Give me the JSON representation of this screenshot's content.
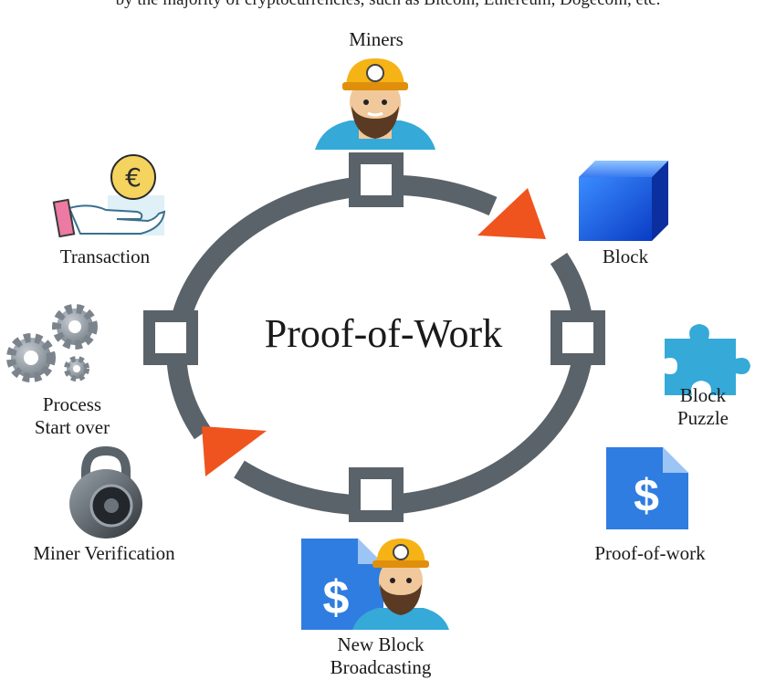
{
  "top_caption": "by the majority of cryptocurrencies, such as Bitcoin, Ethereum, Dogecoin, etc.",
  "center_title": "Proof-of-Work",
  "nodes": {
    "miners": "Miners",
    "block": "Block",
    "block_puzzle": [
      "Block",
      "Puzzle"
    ],
    "proof_of_work": "Proof-of-work",
    "new_block_broadcasting": [
      "New Block",
      "Broadcasting"
    ],
    "miner_verification": "Miner Verification",
    "process_start_over": [
      "Process",
      "Start over"
    ],
    "transaction": "Transaction"
  },
  "icons": {
    "miners": "miner-icon",
    "block": "cube-icon",
    "block_puzzle": "puzzle-piece-icon",
    "proof_of_work": "dollar-document-icon",
    "new_block_broadcasting": "miner-with-dollar-document-icon",
    "miner_verification": "combination-lock-icon",
    "process_start_over": "gears-icon",
    "transaction": "hand-with-euro-coin-icon"
  },
  "coin_symbol": "€",
  "dollar_symbol": "$",
  "colors": {
    "cycle_ring": "#5a6369",
    "arrow": "#f0541e",
    "cube": "#1f5fe0",
    "puzzle": "#35a9d8",
    "document": "#2f7de0",
    "coin": "#f4d35e"
  }
}
